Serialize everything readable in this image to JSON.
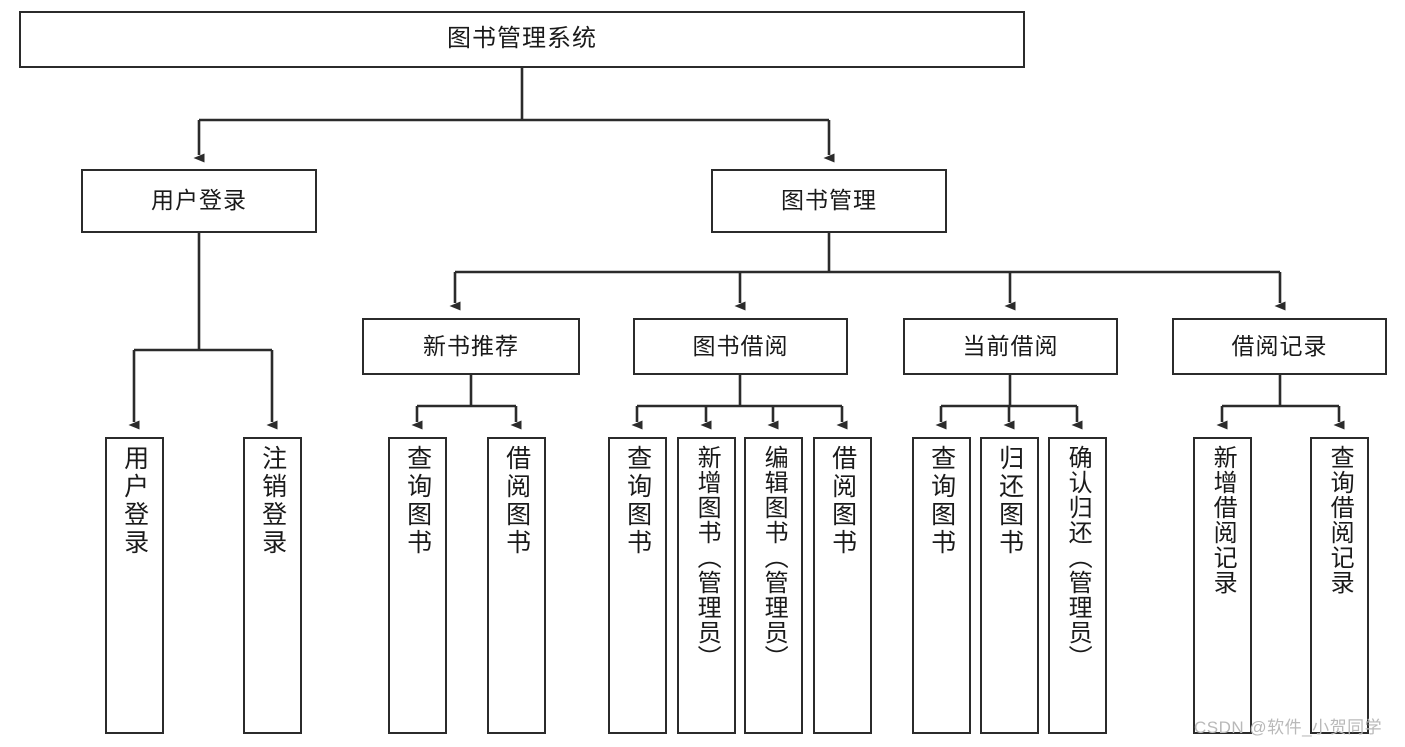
{
  "diagram": {
    "title": "图书管理系统",
    "type": "hierarchy-tree",
    "stroke_color": "#2b2b2b",
    "fill_color": "#ffffff",
    "text_color": "#1a1a1a",
    "levels": 4,
    "root": {
      "id": "root",
      "label": "图书管理系统"
    },
    "level2": [
      {
        "id": "user-login",
        "label": "用户登录"
      },
      {
        "id": "book-manage",
        "label": "图书管理"
      }
    ],
    "level3": [
      {
        "id": "new-book-rec",
        "label": "新书推荐",
        "parent": "book-manage"
      },
      {
        "id": "book-borrow",
        "label": "图书借阅",
        "parent": "book-manage"
      },
      {
        "id": "current-borrow",
        "label": "当前借阅",
        "parent": "book-manage"
      },
      {
        "id": "borrow-record",
        "label": "借阅记录",
        "parent": "book-manage"
      }
    ],
    "leaves": [
      {
        "id": "leaf-user-login",
        "label": "用户登录",
        "parent": "user-login"
      },
      {
        "id": "leaf-logout-login",
        "label": "注销登录",
        "parent": "user-login"
      },
      {
        "id": "leaf-query-book-1",
        "label": "查询图书",
        "parent": "new-book-rec"
      },
      {
        "id": "leaf-borrow-book-1",
        "label": "借阅图书",
        "parent": "new-book-rec"
      },
      {
        "id": "leaf-query-book-2",
        "label": "查询图书",
        "parent": "book-borrow"
      },
      {
        "id": "leaf-add-book",
        "label": "新增图书（管理员）",
        "parent": "book-borrow"
      },
      {
        "id": "leaf-edit-book",
        "label": "编辑图书（管理员）",
        "parent": "book-borrow"
      },
      {
        "id": "leaf-borrow-book-2",
        "label": "借阅图书",
        "parent": "book-borrow"
      },
      {
        "id": "leaf-query-book-3",
        "label": "查询图书",
        "parent": "current-borrow"
      },
      {
        "id": "leaf-return-book",
        "label": "归还图书",
        "parent": "current-borrow"
      },
      {
        "id": "leaf-confirm-return",
        "label": "确认归还（管理员）",
        "parent": "current-borrow"
      },
      {
        "id": "leaf-add-record",
        "label": "新增借阅记录",
        "parent": "borrow-record"
      },
      {
        "id": "leaf-query-record",
        "label": "查询借阅记录",
        "parent": "borrow-record"
      }
    ]
  },
  "watermark": {
    "text": "CSDN @软件_小贺同学"
  }
}
